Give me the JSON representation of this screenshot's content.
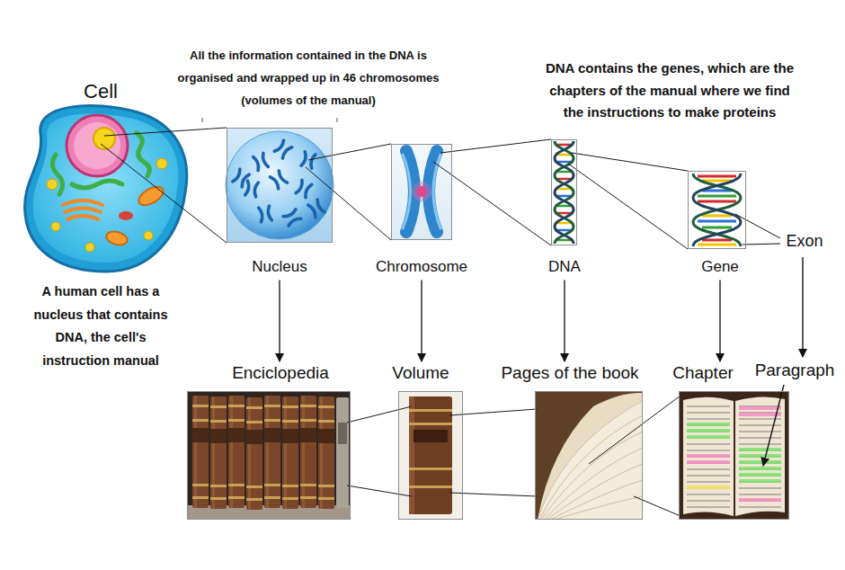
{
  "diagram": {
    "nodes": [
      {
        "text": [
          "Cell",
          "A human cell has a nucleus that contains DNA, the cell's instruction manual"
        ]
      },
      {
        "text": [
          "Nucleus"
        ]
      },
      {
        "text": [
          "Chromosome"
        ]
      },
      {
        "text": [
          "DNA"
        ]
      },
      {
        "text": [
          "Gene"
        ]
      },
      {
        "text": [
          "Enciclopedia"
        ]
      },
      {
        "text": [
          "Volume"
        ]
      },
      {
        "text": [
          "Pages of the book"
        ]
      },
      {
        "text": [
          "Chapter"
        ]
      }
    ],
    "edges": [
      {
        "from": 0,
        "to": 1,
        "arrow": "none"
      },
      {
        "from": 0,
        "to": 1,
        "arrow": "none"
      },
      {
        "from": 1,
        "to": 2,
        "arrow": "none"
      },
      {
        "from": 1,
        "to": 2,
        "arrow": "none"
      },
      {
        "from": 2,
        "to": 3,
        "arrow": "none"
      },
      {
        "from": 2,
        "to": 3,
        "arrow": "none"
      },
      {
        "from": 3,
        "to": 4,
        "arrow": "none"
      },
      {
        "from": 3,
        "to": 4,
        "arrow": "none"
      },
      {
        "from": 1,
        "to": 5,
        "arrow": "to"
      },
      {
        "from": 2,
        "to": 6,
        "arrow": "to"
      },
      {
        "from": 3,
        "to": 7,
        "arrow": "to"
      },
      {
        "from": 4,
        "to": 8,
        "arrow": "to"
      },
      {
        "from": 5,
        "to": 6,
        "arrow": "none"
      },
      {
        "from": 5,
        "to": 6,
        "arrow": "none"
      },
      {
        "from": 6,
        "to": 7,
        "arrow": "none"
      },
      {
        "from": 6,
        "to": 7,
        "arrow": "none"
      },
      {
        "from": 7,
        "to": 8,
        "arrow": "none"
      },
      {
        "from": 7,
        "to": 8,
        "arrow": "none"
      }
    ],
    "labels": [
      "All the information contained in the DNA is organised and wrapped up in 46 chromosomes (volumes of the manual)",
      "DNA contains the genes, which are the chapters of the manual where we find the instructions to make proteins",
      "Exon",
      "Paragraph"
    ]
  }
}
